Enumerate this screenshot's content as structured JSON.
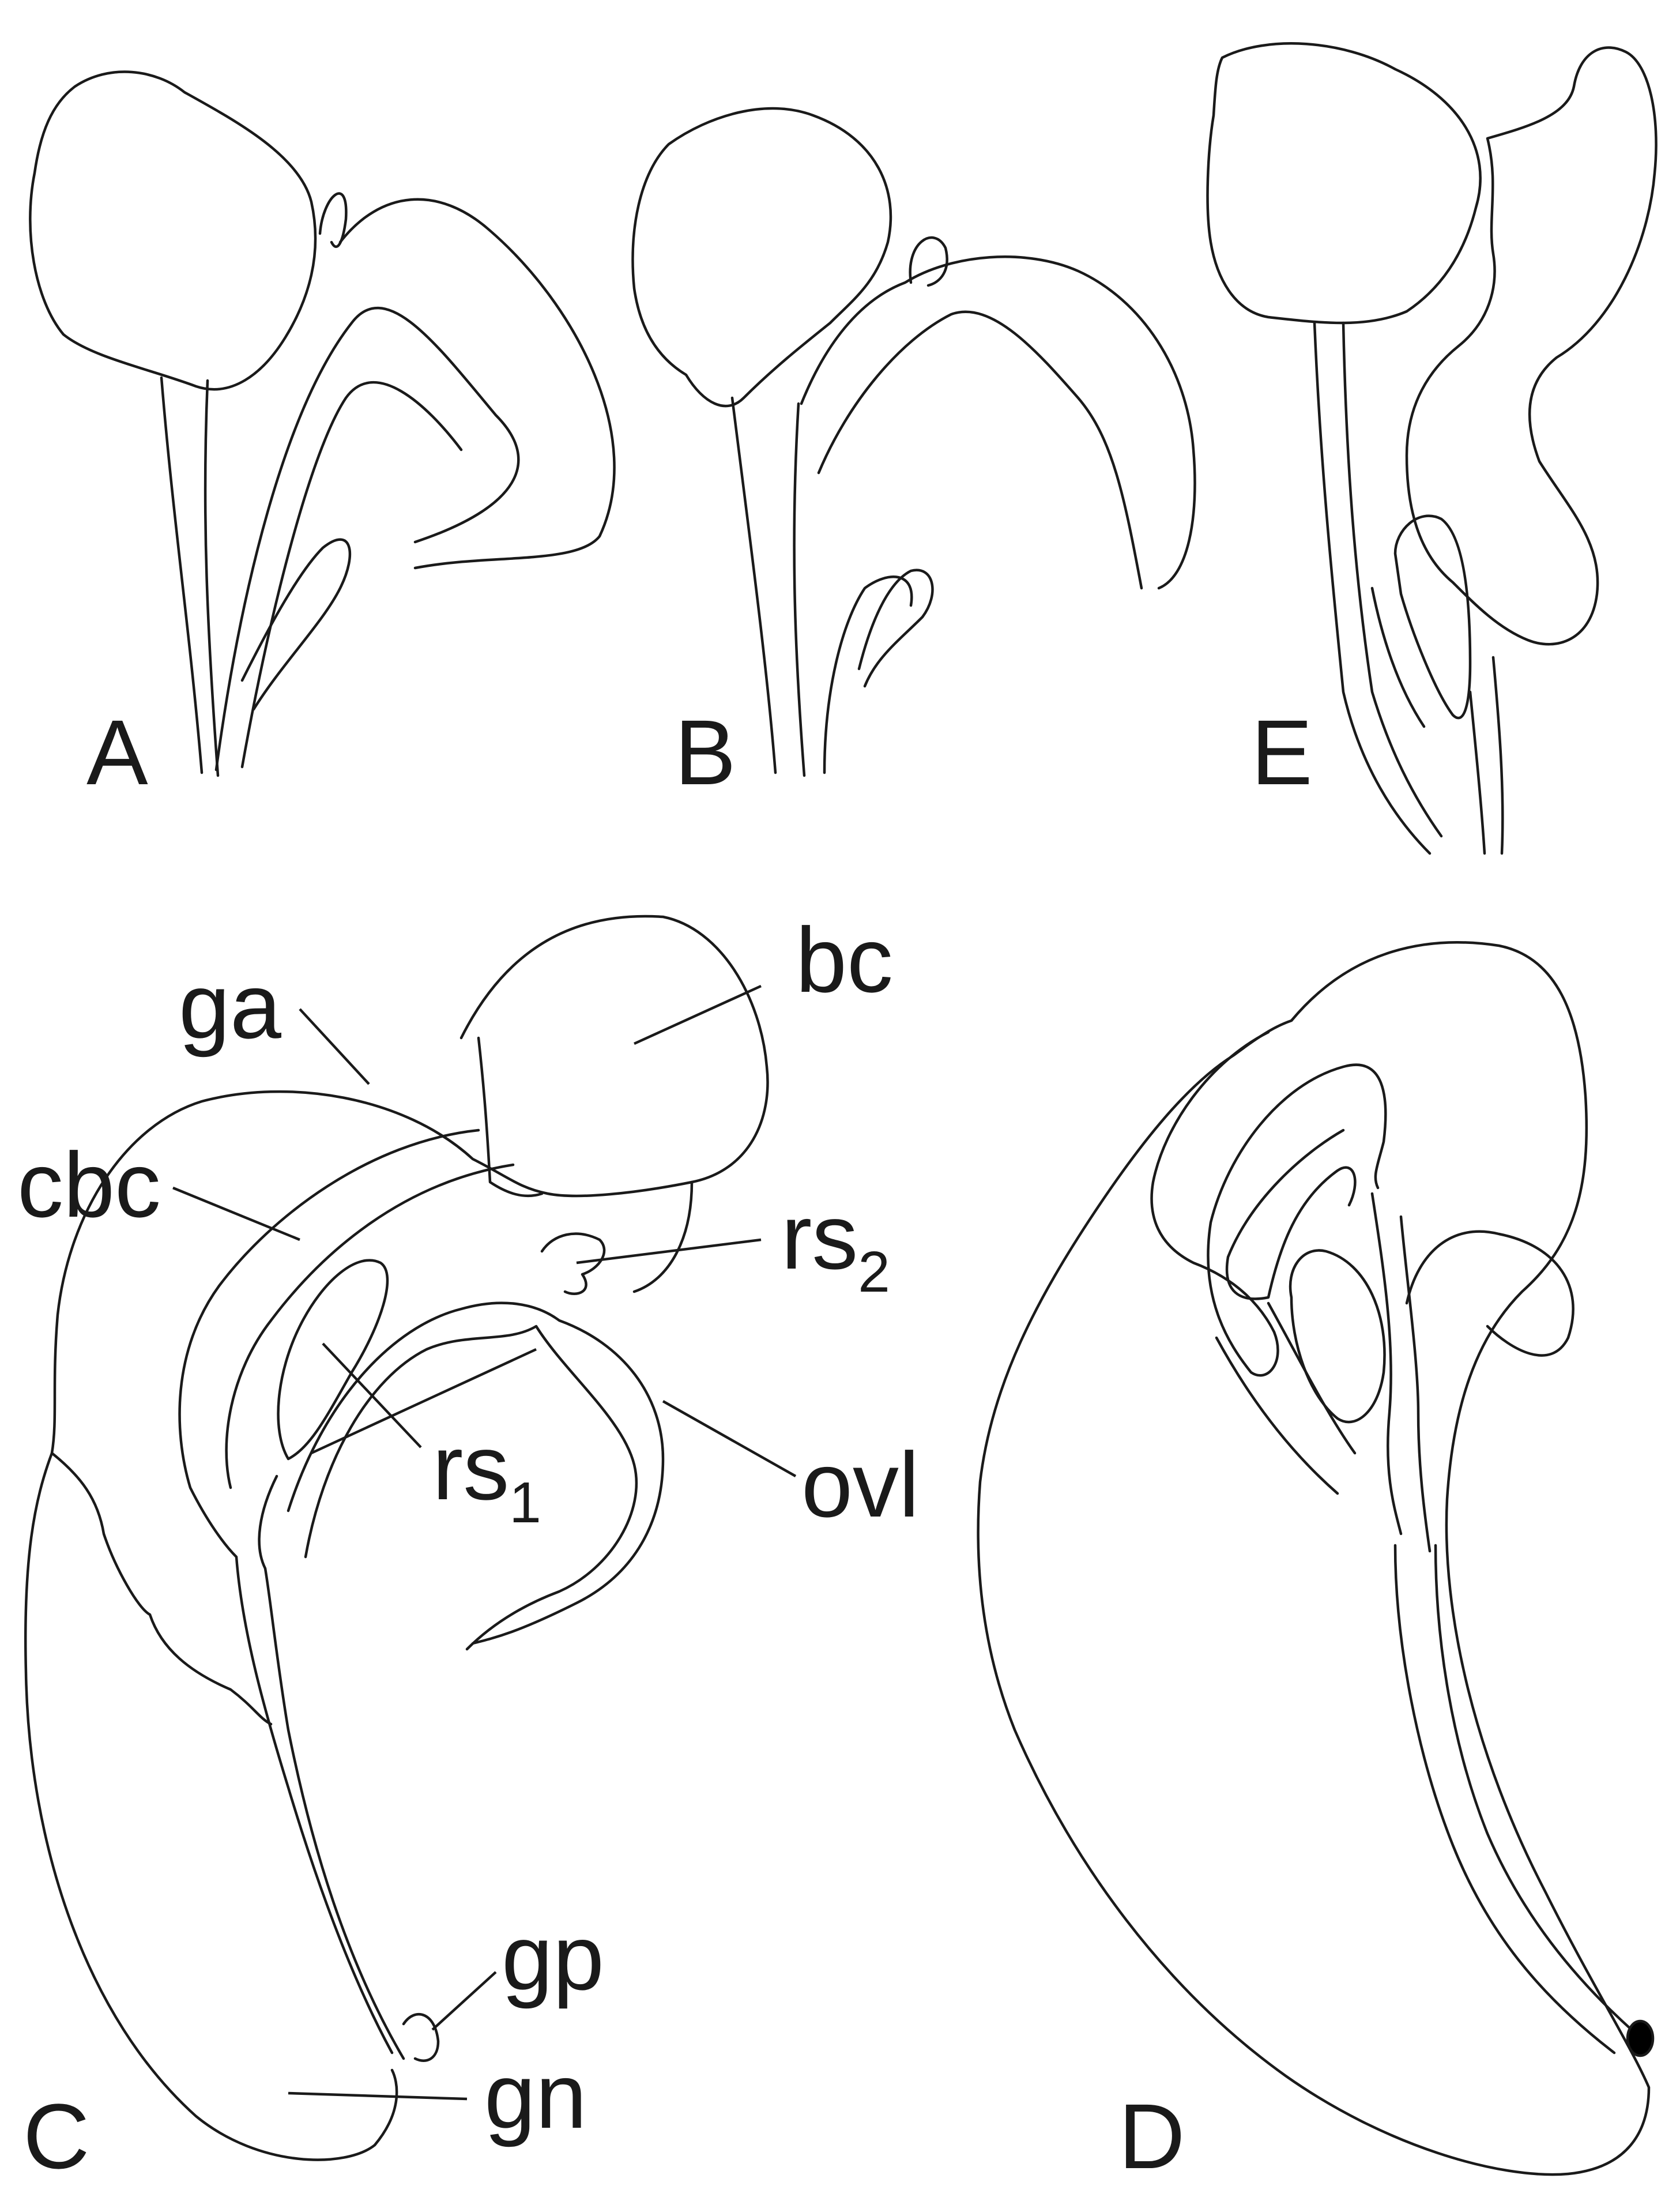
{
  "panels": {
    "a": "A",
    "b": "B",
    "c": "C",
    "d": "D",
    "e": "E"
  },
  "labels": {
    "bc": "bc",
    "ga": "ga",
    "cbc": "cbc",
    "rs2": "rs",
    "rs2_sub": "2",
    "rs1": "rs",
    "rs1_sub": "1",
    "ovl": "ovl",
    "gp": "gp",
    "gn": "gn"
  },
  "colors": {
    "line": "#1a1a1a",
    "background": "#ffffff",
    "gonopore_fill": "#000000"
  }
}
